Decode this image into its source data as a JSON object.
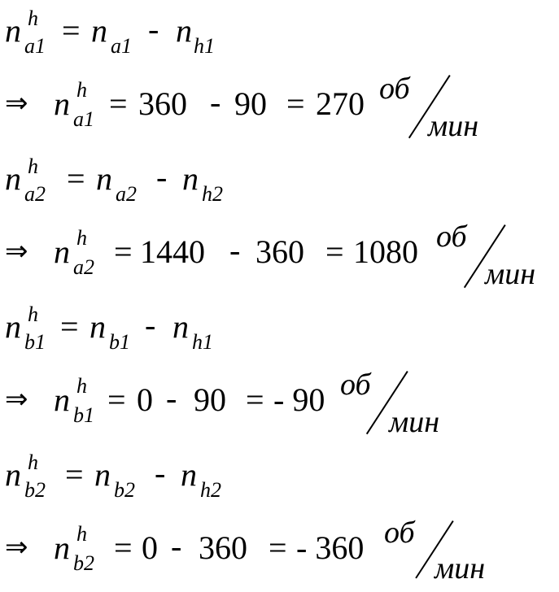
{
  "equations": [
    {
      "type": "definition",
      "lhs": {
        "base": "n",
        "sub": "a1",
        "sup": "h"
      },
      "rhs_a": {
        "base": "n",
        "sub": "a1"
      },
      "rhs_b": {
        "base": "n",
        "sub": "h1"
      },
      "eq": "=",
      "minus": "-"
    },
    {
      "type": "result",
      "arrow": "⇒",
      "lhs": {
        "base": "n",
        "sub": "a1",
        "sup": "h"
      },
      "eq": "=",
      "v1": "360",
      "minus": "-",
      "v2": "90",
      "eq2": "=",
      "result": "270",
      "unit_num": "об",
      "unit_den": "мин"
    },
    {
      "type": "definition",
      "lhs": {
        "base": "n",
        "sub": "a2",
        "sup": "h"
      },
      "rhs_a": {
        "base": "n",
        "sub": "a2"
      },
      "rhs_b": {
        "base": "n",
        "sub": "h2"
      },
      "eq": "=",
      "minus": "-"
    },
    {
      "type": "result",
      "arrow": "⇒",
      "lhs": {
        "base": "n",
        "sub": "a2",
        "sup": "h"
      },
      "eq": "=",
      "v1": "1440",
      "minus": "-",
      "v2": "360",
      "eq2": "=",
      "result": "1080",
      "unit_num": "об",
      "unit_den": "мин"
    },
    {
      "type": "definition",
      "lhs": {
        "base": "n",
        "sub": "b1",
        "sup": "h"
      },
      "rhs_a": {
        "base": "n",
        "sub": "b1"
      },
      "rhs_b": {
        "base": "n",
        "sub": "h1"
      },
      "eq": "=",
      "minus": "-"
    },
    {
      "type": "result",
      "arrow": "⇒",
      "lhs": {
        "base": "n",
        "sub": "b1",
        "sup": "h"
      },
      "eq": "=",
      "v1": "0",
      "minus": "-",
      "v2": "90",
      "eq2": "=",
      "result": "- 90",
      "unit_num": "об",
      "unit_den": "мин"
    },
    {
      "type": "definition",
      "lhs": {
        "base": "n",
        "sub": "b2",
        "sup": "h"
      },
      "rhs_a": {
        "base": "n",
        "sub": "b2"
      },
      "rhs_b": {
        "base": "n",
        "sub": "h2"
      },
      "eq": "=",
      "minus": "-"
    },
    {
      "type": "result",
      "arrow": "⇒",
      "lhs": {
        "base": "n",
        "sub": "b2",
        "sup": "h"
      },
      "eq": "=",
      "v1": "0",
      "minus": "-",
      "v2": "360",
      "eq2": "=",
      "result": "- 360",
      "unit_num": "об",
      "unit_den": "мин"
    }
  ]
}
